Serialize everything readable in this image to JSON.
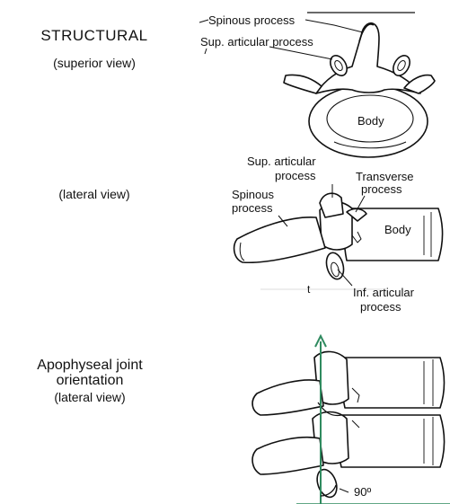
{
  "sections": {
    "structural": {
      "title": "STRUCTURAL",
      "subtitle": "(superior view)"
    },
    "lateral": {
      "subtitle": "(lateral view)"
    },
    "apophyseal": {
      "line1": "Apophyseal joint",
      "line2": "orientation",
      "line3": "(lateral view)"
    }
  },
  "labels": {
    "superior": {
      "spinous_process": "Spinous process",
      "sup_articular_process": "Sup. articular process",
      "body": "Body"
    },
    "lateral": {
      "sup_articular_1": "Sup. articular",
      "sup_articular_2": "process",
      "transverse_1": "Transverse",
      "transverse_2": "process",
      "spinous_1": "Spinous",
      "spinous_2": "process",
      "body": "Body",
      "inf_articular_1": "Inf. articular",
      "inf_articular_2": "process",
      "stray_mark": "t"
    },
    "apophyseal": {
      "angle": "90º"
    }
  },
  "colors": {
    "ink": "#111111",
    "guide_line": "#2f8a5f",
    "bone_fill": "#ffffff"
  }
}
